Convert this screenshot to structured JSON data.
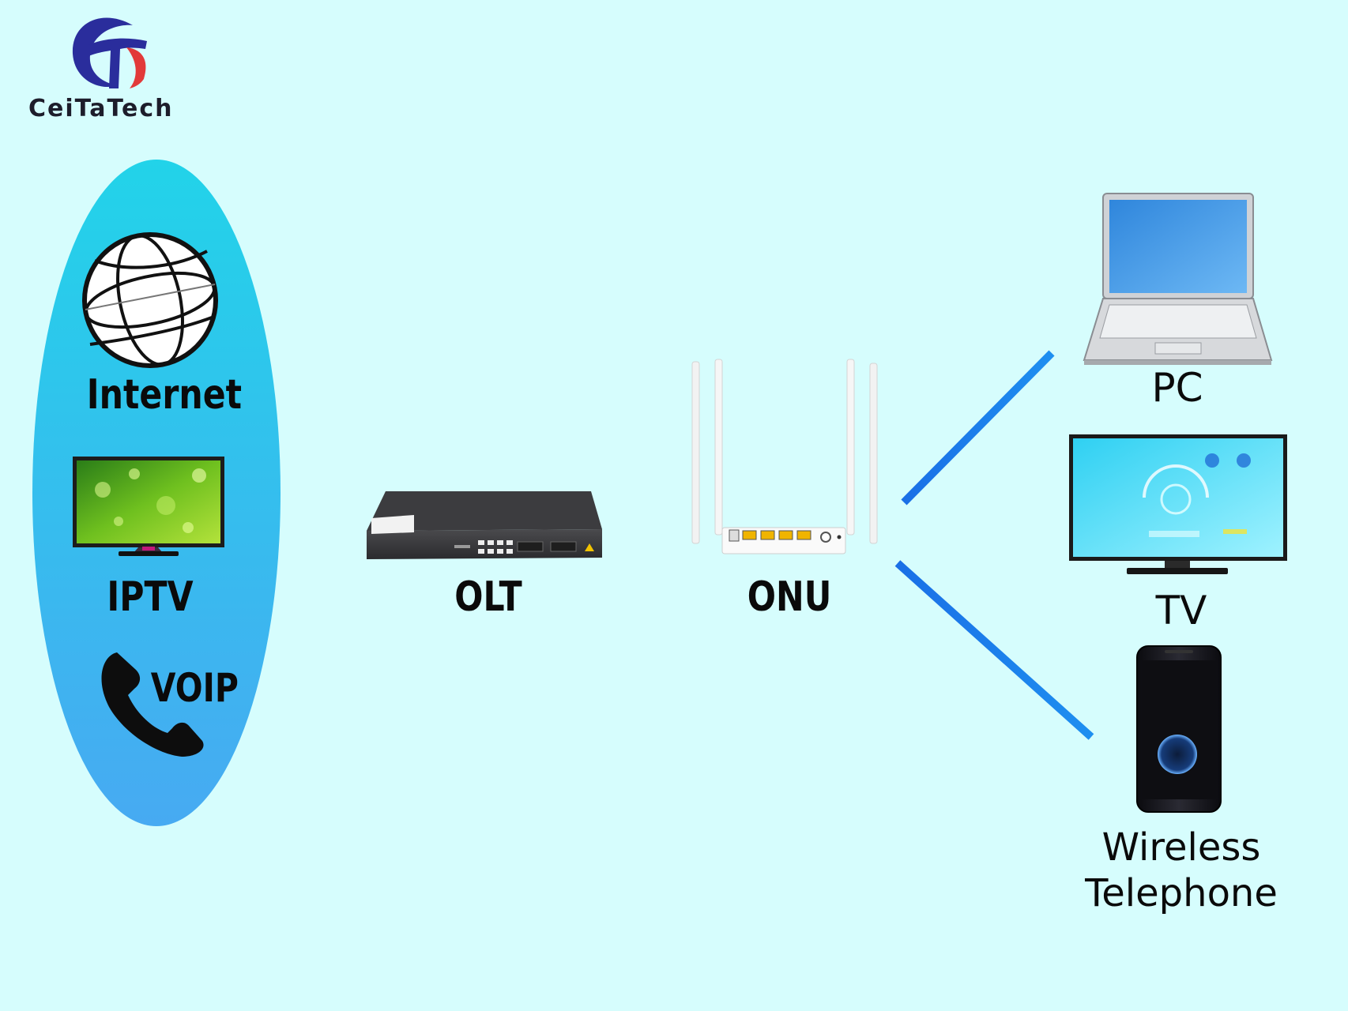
{
  "brand": {
    "name": "CeiTaTech",
    "logo_icon": "ct-swoosh-logo",
    "colors": {
      "primary": "#2a2d9c",
      "accent": "#e23a3a"
    }
  },
  "services": {
    "items": [
      {
        "label": "Internet",
        "icon": "globe-icon"
      },
      {
        "label": "IPTV",
        "icon": "tv-icon"
      },
      {
        "label": "VOIP",
        "icon": "phone-handset-icon"
      }
    ],
    "panel_color": "#3cc8ea"
  },
  "network": {
    "olt": {
      "label": "OLT",
      "icon": "olt-switch-icon"
    },
    "onu": {
      "label": "ONU",
      "icon": "wifi-router-icon"
    },
    "link_color": "#1a72e6"
  },
  "devices": {
    "pc": {
      "label": "PC",
      "icon": "laptop-icon"
    },
    "tv": {
      "label": "TV",
      "icon": "monitor-icon"
    },
    "phone": {
      "label_line1": "Wireless",
      "label_line2": "Telephone",
      "icon": "smartphone-icon"
    }
  }
}
